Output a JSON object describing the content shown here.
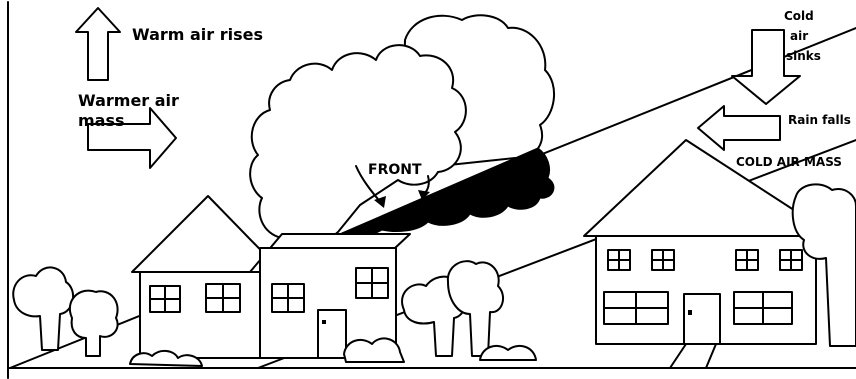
{
  "labels": {
    "warm_air_rises": "Warm air rises",
    "warmer_air_mass_line1": "Warmer air",
    "warmer_air_mass_line2": "mass",
    "front": "FRONT",
    "cold_air_sinks_line1": "Cold",
    "cold_air_sinks_line2": "air",
    "cold_air_sinks_line3": "sinks",
    "rain_falls": "Rain falls",
    "cold_air_mass": "COLD AIR MASS"
  },
  "icons": {
    "up_arrow": "up-arrow-icon",
    "right_arrow": "right-arrow-icon",
    "down_arrow": "down-arrow-icon",
    "left_arrow": "left-arrow-icon",
    "pointer_arrow": "pointer-arrow-icon"
  },
  "colors": {
    "ink": "#000000",
    "paper": "#ffffff",
    "rain_cloud": "#000000"
  }
}
